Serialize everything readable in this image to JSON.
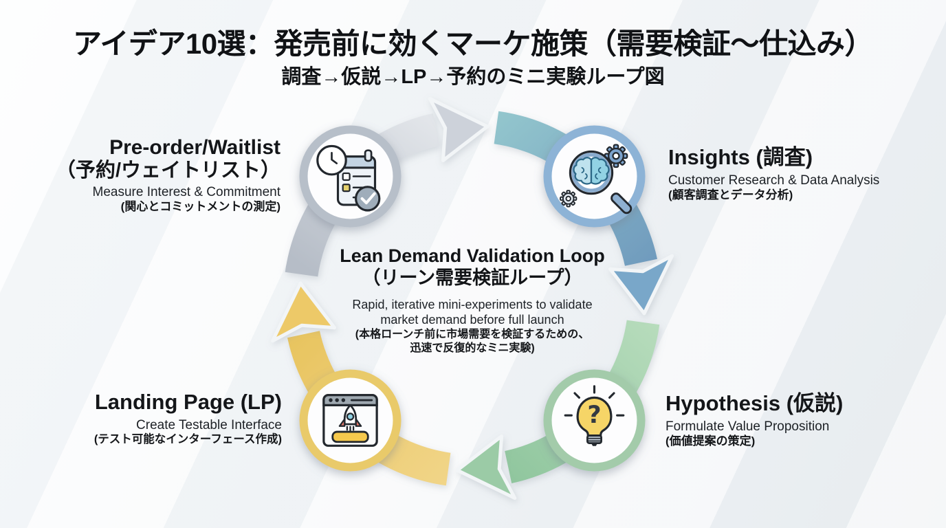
{
  "header": {
    "title": "アイデア10選：発売前に効くマーケ施策（需要検証～仕込み）",
    "subtitle": "調査→仮説→LP→予約のミニ実験ループ図"
  },
  "center": {
    "title_en": "Lean Demand Validation Loop",
    "title_ja": "（リーン需要検証ループ）",
    "desc_en_line1": "Rapid, iterative mini-experiments to validate",
    "desc_en_line2": "market demand before full launch",
    "desc_ja_line1": "(本格ローンチ前に市場需要を検証するための、",
    "desc_ja_line2": "迅速で反復的なミニ実験)"
  },
  "nodes": [
    {
      "id": "preorder",
      "position": "top-left",
      "title_line1": "Pre-order/Waitlist",
      "title_line2": "（予約/ウェイトリスト）",
      "desc_en": "Measure Interest & Commitment",
      "desc_ja": "(関心とコミットメントの測定)",
      "icon": "calendar-clock-check-icon",
      "accent_color": "#b7bfc9"
    },
    {
      "id": "insights",
      "position": "top-right",
      "title_line1": "Insights (調査)",
      "desc_en": "Customer Research & Data Analysis",
      "desc_ja": "(顧客調査とデータ分析)",
      "icon": "magnifier-brain-gears-icon",
      "accent_color": "#8db3d6"
    },
    {
      "id": "hypothesis",
      "position": "bottom-right",
      "title_line1": "Hypothesis (仮説)",
      "desc_en": "Formulate Value Proposition",
      "desc_ja": "(価値提案の策定)",
      "icon": "lightbulb-question-icon",
      "accent_color": "#a3cbaa"
    },
    {
      "id": "landing",
      "position": "bottom-left",
      "title_line1": "Landing Page (LP)",
      "desc_en": "Create Testable Interface",
      "desc_ja": "(テスト可能なインターフェース作成)",
      "icon": "browser-rocket-icon",
      "accent_color": "#e9ca6a"
    }
  ],
  "loop": {
    "direction": "clockwise",
    "order": [
      "preorder",
      "insights",
      "hypothesis",
      "landing"
    ],
    "segment_colors": {
      "preorder_to_insights": "#c9cfd7",
      "insights_to_hypothesis": "#7ba6c6",
      "hypothesis_to_landing": "#9fcda9",
      "landing_to_preorder": "#ecca6b"
    }
  },
  "icons": {
    "question_glyph": "?"
  }
}
